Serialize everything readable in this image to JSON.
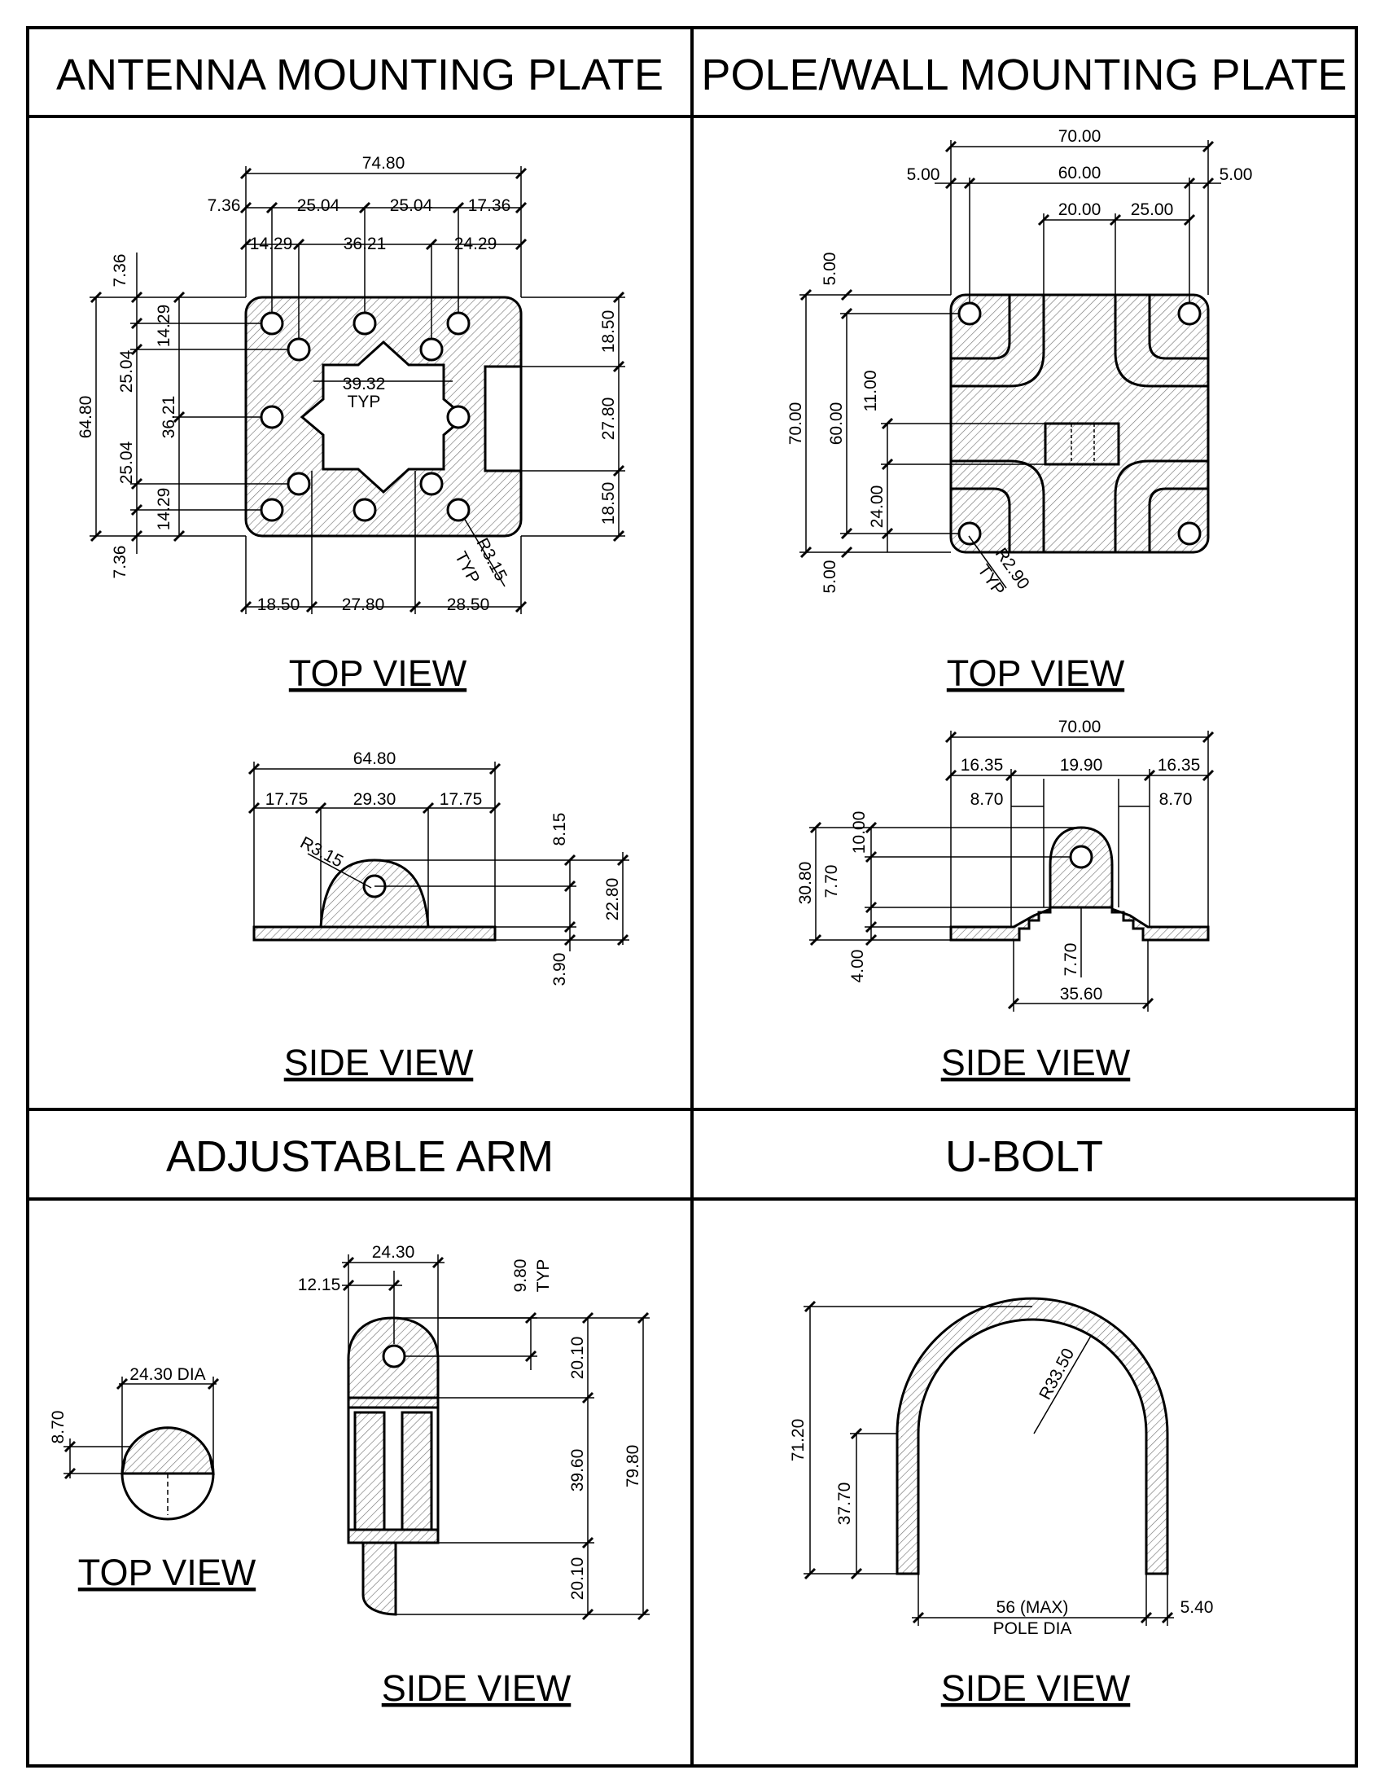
{
  "panels": {
    "antenna": {
      "title": "ANTENNA MOUNTING PLATE",
      "top_view_label": "TOP VIEW",
      "side_view_label": "SIDE VIEW",
      "top_dims": {
        "overall_width": "74.80",
        "row1": [
          "7.36",
          "25.04",
          "25.04",
          "17.36"
        ],
        "row2": [
          "14.29",
          "36.21",
          "24.29"
        ],
        "left_outer": "64.80",
        "left_top": "7.36",
        "left_mid": [
          "14.29",
          "25.04",
          "36.21",
          "25.04",
          "14.29"
        ],
        "left_bottom": "7.36",
        "right": [
          "18.50",
          "27.80",
          "18.50"
        ],
        "bottom": [
          "18.50",
          "27.80",
          "28.50"
        ],
        "star": "39.32",
        "star_note": "TYP",
        "radius": "R3.15",
        "radius_note": "TYP"
      },
      "side_dims": {
        "overall": "64.80",
        "row": [
          "17.75",
          "29.30",
          "17.75"
        ],
        "radius": "R3.15",
        "right": [
          "8.15",
          "22.80",
          "3.90"
        ]
      }
    },
    "pole": {
      "title": "POLE/WALL MOUNTING PLATE",
      "top_view_label": "TOP VIEW",
      "side_view_label": "SIDE VIEW",
      "top_dims": {
        "overall": "70.00",
        "edge_left": "5.00",
        "inner": "60.00",
        "edge_right": "5.00",
        "slot_a": "20.00",
        "slot_b": "25.00",
        "left_outer": "70.00",
        "left_inner": "60.00",
        "left_top": "5.00",
        "left_slot": "11.00",
        "left_low": "24.00",
        "left_bottom": "5.00",
        "radius": "R2.90",
        "radius_note": "TYP"
      },
      "side_dims": {
        "overall": "70.00",
        "row": [
          "16.35",
          "19.90",
          "16.35"
        ],
        "inner_left": "8.70",
        "inner_right": "8.70",
        "left": [
          "30.80",
          "10.00",
          "7.70",
          "4.00"
        ],
        "step": "7.70",
        "base": "35.60"
      }
    },
    "arm": {
      "title": "ADJUSTABLE ARM",
      "top_view_label": "TOP VIEW",
      "side_view_label": "SIDE VIEW",
      "top_dims": {
        "dia": "24.30 DIA",
        "flat": "8.70"
      },
      "side_dims": {
        "width": "24.30",
        "half": "12.15",
        "hole": "9.80",
        "hole_note": "TYP",
        "right": [
          "20.10",
          "39.60",
          "20.10"
        ],
        "overall": "79.80"
      }
    },
    "ubolt": {
      "title": "U-BOLT",
      "side_view_label": "SIDE VIEW",
      "dims": {
        "radius": "R33.50",
        "height": "71.20",
        "leg": "37.70",
        "pole_max": "56 (MAX)",
        "pole_note": "POLE DIA",
        "rod": "5.40"
      }
    }
  }
}
